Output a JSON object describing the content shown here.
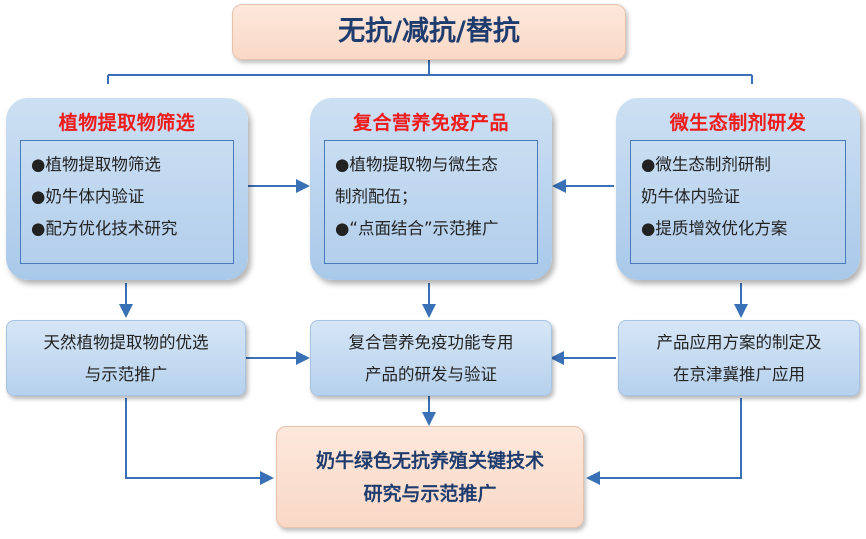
{
  "colors": {
    "accent_red": "#ee1b1b",
    "arrow_blue": "#3a70b5",
    "title_navy": "#1f3c6e"
  },
  "top": {
    "title": "无抗/减抗/替抗"
  },
  "left_box": {
    "title": "植物提取物筛选",
    "items": [
      "●植物提取物筛选",
      "●奶牛体内验证",
      "●配方优化技术研究"
    ]
  },
  "center_box": {
    "title": "复合营养免疫产品",
    "items": [
      "●植物提取物与微生态",
      "制剂配伍；",
      "●“点面结合”示范推广"
    ]
  },
  "right_box": {
    "title": "微生态制剂研发",
    "items": [
      "●微生态制剂研制",
      "奶牛体内验证",
      "●提质增效优化方案"
    ]
  },
  "mid_row": {
    "left": [
      "天然植物提取物的优选",
      "与示范推广"
    ],
    "center": [
      "复合营养免疫功能专用",
      "产品的研发与验证"
    ],
    "right": [
      "产品应用方案的制定及",
      "在京津冀推广应用"
    ]
  },
  "bottom": {
    "lines": [
      "奶牛绿色无抗养殖关键技术",
      "研究与示范推广"
    ]
  }
}
